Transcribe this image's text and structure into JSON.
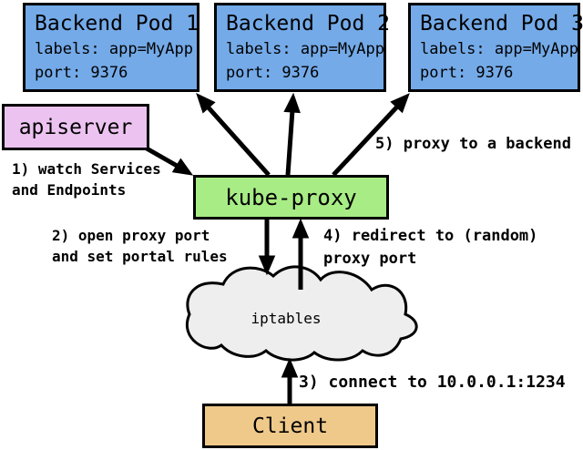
{
  "pods": [
    {
      "title": "Backend Pod 1",
      "labels": "labels: app=MyApp",
      "port": "port: 9376"
    },
    {
      "title": "Backend Pod 2",
      "labels": "labels: app=MyApp",
      "port": "port: 9376"
    },
    {
      "title": "Backend Pod 3",
      "labels": "labels: app=MyApp",
      "port": "port: 9376"
    }
  ],
  "nodes": {
    "apiserver": "apiserver",
    "kube_proxy": "kube-proxy",
    "iptables": "iptables",
    "client": "Client"
  },
  "annotations": {
    "step1": "1) watch Services\nand Endpoints",
    "step2": "2) open proxy port\nand set portal rules",
    "step3": "3) connect to 10.0.0.1:1234",
    "step4": "4) redirect to (random)\nproxy port",
    "step5": "5) proxy to a backend"
  },
  "colors": {
    "pod_fill": "#74AAE8",
    "apiserver_fill": "#ECC3F0",
    "kube_proxy_fill": "#A8EC85",
    "client_fill": "#EFC98A",
    "cloud_fill": "#EEEEEE",
    "border_color": "#000000",
    "canvas_bg": "#FFFFFF"
  }
}
